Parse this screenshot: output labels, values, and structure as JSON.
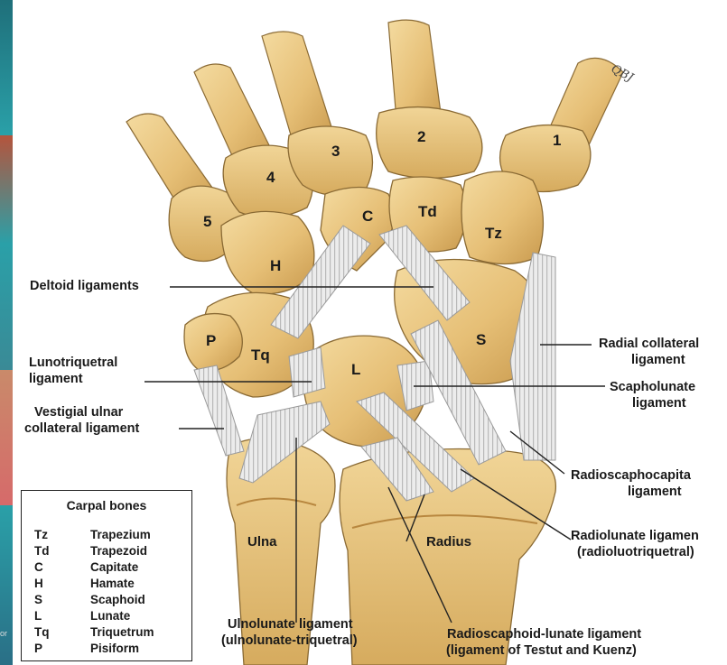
{
  "bones": {
    "metacarpals": [
      "1",
      "2",
      "3",
      "4",
      "5"
    ],
    "carpals": [
      "C",
      "Td",
      "Tz",
      "H",
      "S",
      "P",
      "Tq",
      "L"
    ],
    "forearm": [
      "Ulna",
      "Radius"
    ]
  },
  "labels": {
    "deltoid": "Deltoid ligaments",
    "lunotriquetral_1": "Lunotriquetral",
    "lunotriquetral_2": "ligament",
    "vestigial_1": "Vestigial ulnar",
    "vestigial_2": "collateral ligament",
    "radial_collateral_1": "Radial collateral",
    "radial_collateral_2": "ligament",
    "scapholunate_1": "Scapholunate",
    "scapholunate_2": "ligament",
    "radioscaphocapitate_1": "Radioscaphocapita",
    "radioscaphocapitate_2": "ligament",
    "radiolunate_1": "Radiolunate ligamen",
    "radiolunate_2": "(radioluotriquetral)",
    "ulnolunate_1": "Ulnolunate ligament",
    "ulnolunate_2": "(ulnolunate-triquetral)",
    "radioscaphoid_lunate_1": "Radioscaphoid-lunate ligament",
    "radioscaphoid_lunate_2": "(ligament of Testut and Kuenz)"
  },
  "legend": {
    "title": "Carpal bones",
    "rows": [
      {
        "abbr": "Tz",
        "name": "Trapezium"
      },
      {
        "abbr": "Td",
        "name": "Trapezoid"
      },
      {
        "abbr": "C",
        "name": "Capitate"
      },
      {
        "abbr": "H",
        "name": "Hamate"
      },
      {
        "abbr": "S",
        "name": "Scaphoid"
      },
      {
        "abbr": "L",
        "name": "Lunate"
      },
      {
        "abbr": "Tq",
        "name": "Triquetrum"
      },
      {
        "abbr": "P",
        "name": "Pisiform"
      }
    ]
  },
  "signature": "QBJ",
  "edge_fragment": "or",
  "colors": {
    "bone": "#e8c27a",
    "bone_light": "#f2d79a",
    "bone_shadow": "#c99a4e",
    "outline": "#8a6a34",
    "ligament": "#e6e6e6",
    "ligament_stripe": "#bcbcbc",
    "leader": "#222222"
  }
}
